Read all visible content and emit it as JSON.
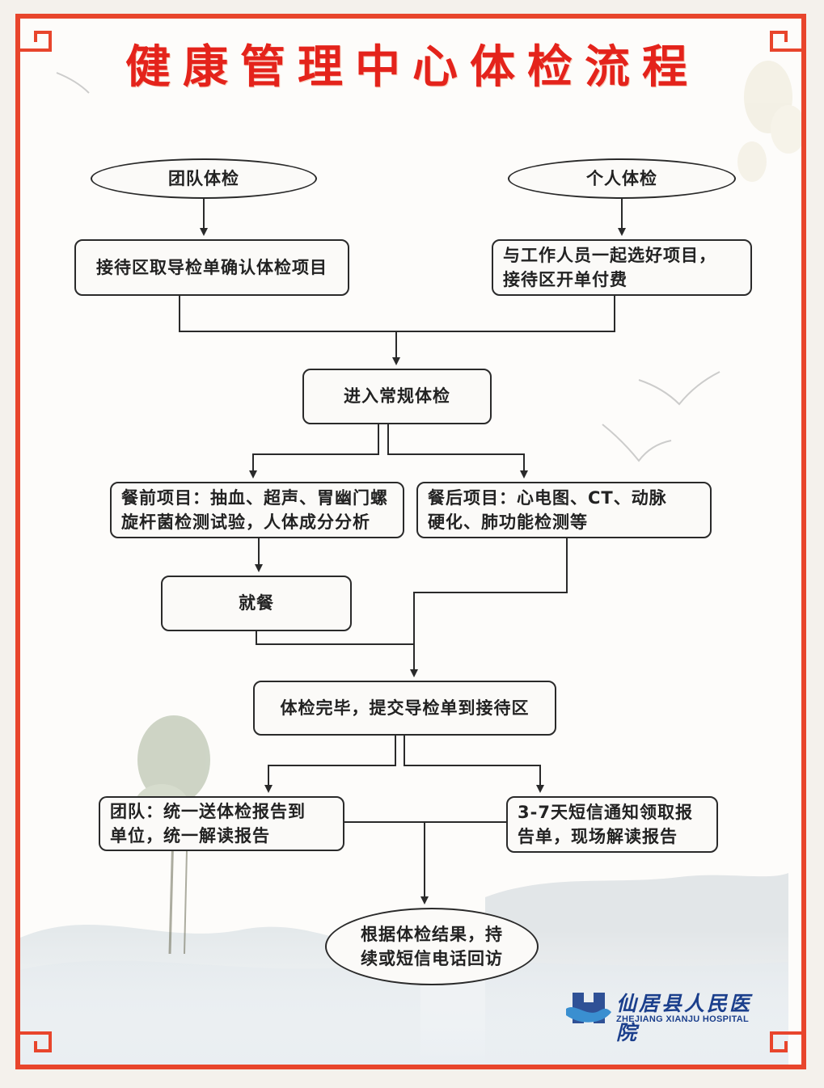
{
  "title": "健康管理中心体检流程",
  "nodes": {
    "team_exam": "团队体检",
    "individual_exam": "个人体检",
    "team_reception": "接待区取导检单确认体检项目",
    "individual_reception": "与工作人员一起选好项目，\n接待区开单付费",
    "routine_exam": "进入常规体检",
    "before_meal": "餐前项目：抽血、超声、胃幽门螺\n旋杆菌检测试验，人体成分分析",
    "after_meal": "餐后项目：心电图、CT、动脉\n硬化、肺功能检测等",
    "meal": "就餐",
    "exam_complete": "体检完毕，提交导检单到接待区",
    "team_report": "团队：统一送体检报告到\n单位，统一解读报告",
    "sms_report": "3-7天短信通知领取报\n告单，现场解读报告",
    "follow_up": "根据体检结果，持\n续或短信电话回访"
  },
  "hospital": {
    "name_cn": "仙居县人民医院",
    "name_en": "ZHEJIANG XIANJU HOSPITAL"
  },
  "colors": {
    "title": "#e4231b",
    "frame": "#e8452c",
    "logo": "#1b3f8c",
    "line": "#2a2a2a"
  }
}
